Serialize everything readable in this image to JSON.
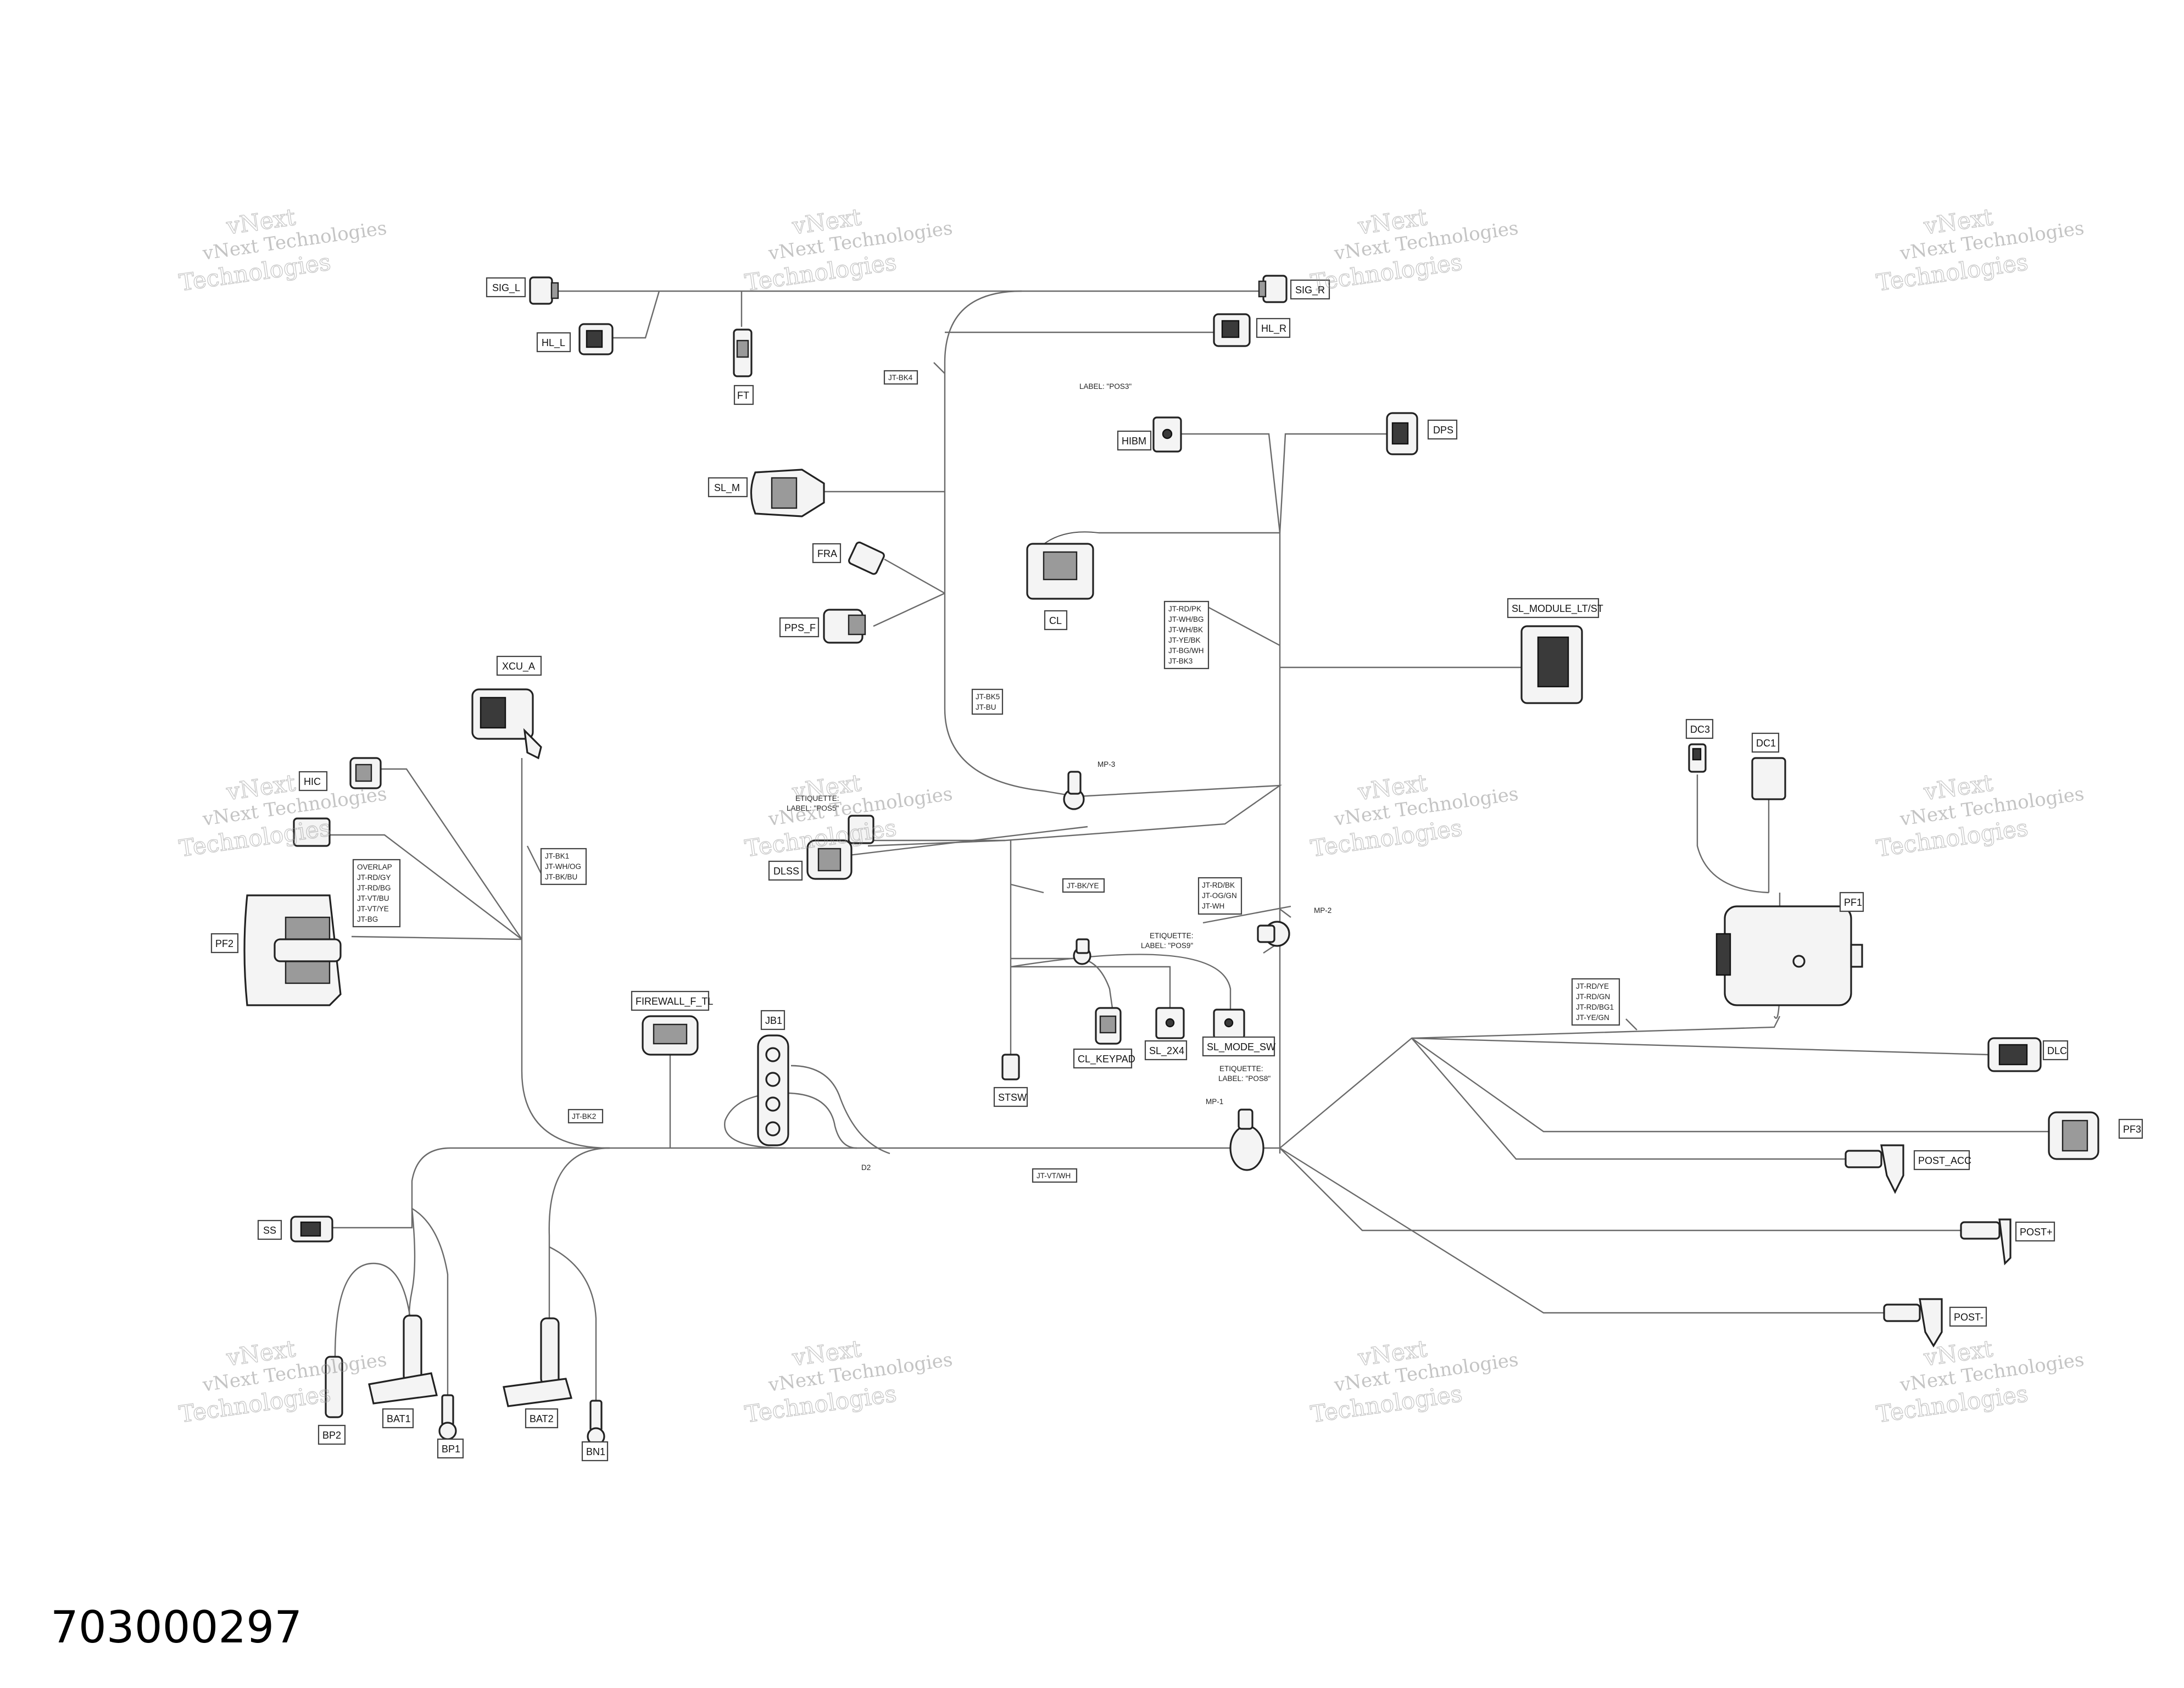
{
  "part_number": "703000297",
  "watermark": {
    "line1": "vNext",
    "line2": "vNext Technologies",
    "line3": "Technologies"
  },
  "connectors": {
    "sig_l": "SIG_L",
    "hl_l": "HL_L",
    "ft": "FT",
    "sig_r": "SIG_R",
    "hl_r": "HL_R",
    "hibm": "HIBM",
    "dps": "DPS",
    "sl_m": "SL_M",
    "fra": "FRA",
    "pps_f": "PPS_F",
    "cl": "CL",
    "sl_module": "SL_MODULE_LT/ST",
    "xcu_a": "XCU_A",
    "hic": "HIC",
    "pf2": "PF2",
    "dc3": "DC3",
    "dc1": "DC1",
    "pf1": "PF1",
    "dlss": "DLSS",
    "firewall": "FIREWALL_F_TL",
    "jb1": "JB1",
    "stsw": "STSW",
    "cl_keypad": "CL_KEYPAD",
    "sl_2x4": "SL_2X4",
    "sl_mode_sw": "SL_MODE_SW",
    "dlc": "DLC",
    "pf3": "PF3",
    "post_acc": "POST_ACC",
    "post_plus": "POST+",
    "post_minus": "POST-",
    "ss": "SS",
    "bp2": "BP2",
    "bat1": "BAT1",
    "bp1": "BP1",
    "bat2": "BAT2",
    "bn1": "BN1"
  },
  "tags": {
    "jt_bk4": "JT-BK4",
    "label_pos3": "LABEL: \"POS3\"",
    "jt_bk3": [
      "JT-RD/PK",
      "JT-WH/BG",
      "JT-WH/BK",
      "JT-YE/BK",
      "JT-BG/WH",
      "JT-BK3"
    ],
    "jt_bk5": [
      "JT-BK5",
      "JT-BU"
    ],
    "mp3": "MP-3",
    "etiquette_pos5": [
      "ETIQUETTE:",
      "LABEL: \"POS5\""
    ],
    "jt_bk1": [
      "JT-BK1",
      "JT-WH/OG",
      "JT-BK/BU"
    ],
    "overlap": [
      "OVERLAP",
      "JT-RD/GY",
      "JT-RD/BG",
      "JT-VT/BU",
      "JT-VT/YE",
      "JT-BG"
    ],
    "jt_bk_ye": "JT-BK/YE",
    "jt_rd_bk": [
      "JT-RD/BK",
      "JT-OG/GN",
      "JT-WH"
    ],
    "mp2": "MP-2",
    "etiquette_pos9": [
      "ETIQUETTE:",
      "LABEL: \"POS9\""
    ],
    "etiquette_pos8": [
      "ETIQUETTE:",
      "LABEL: \"POS8\""
    ],
    "jt_rd_ye": [
      "JT-RD/YE",
      "JT-RD/GN",
      "JT-RD/BG1",
      "JT-YE/GN"
    ],
    "mp1": "MP-1",
    "jt_bk2": "JT-BK2",
    "d2": "D2",
    "jt_vt_wh": "JT-VT/WH"
  }
}
